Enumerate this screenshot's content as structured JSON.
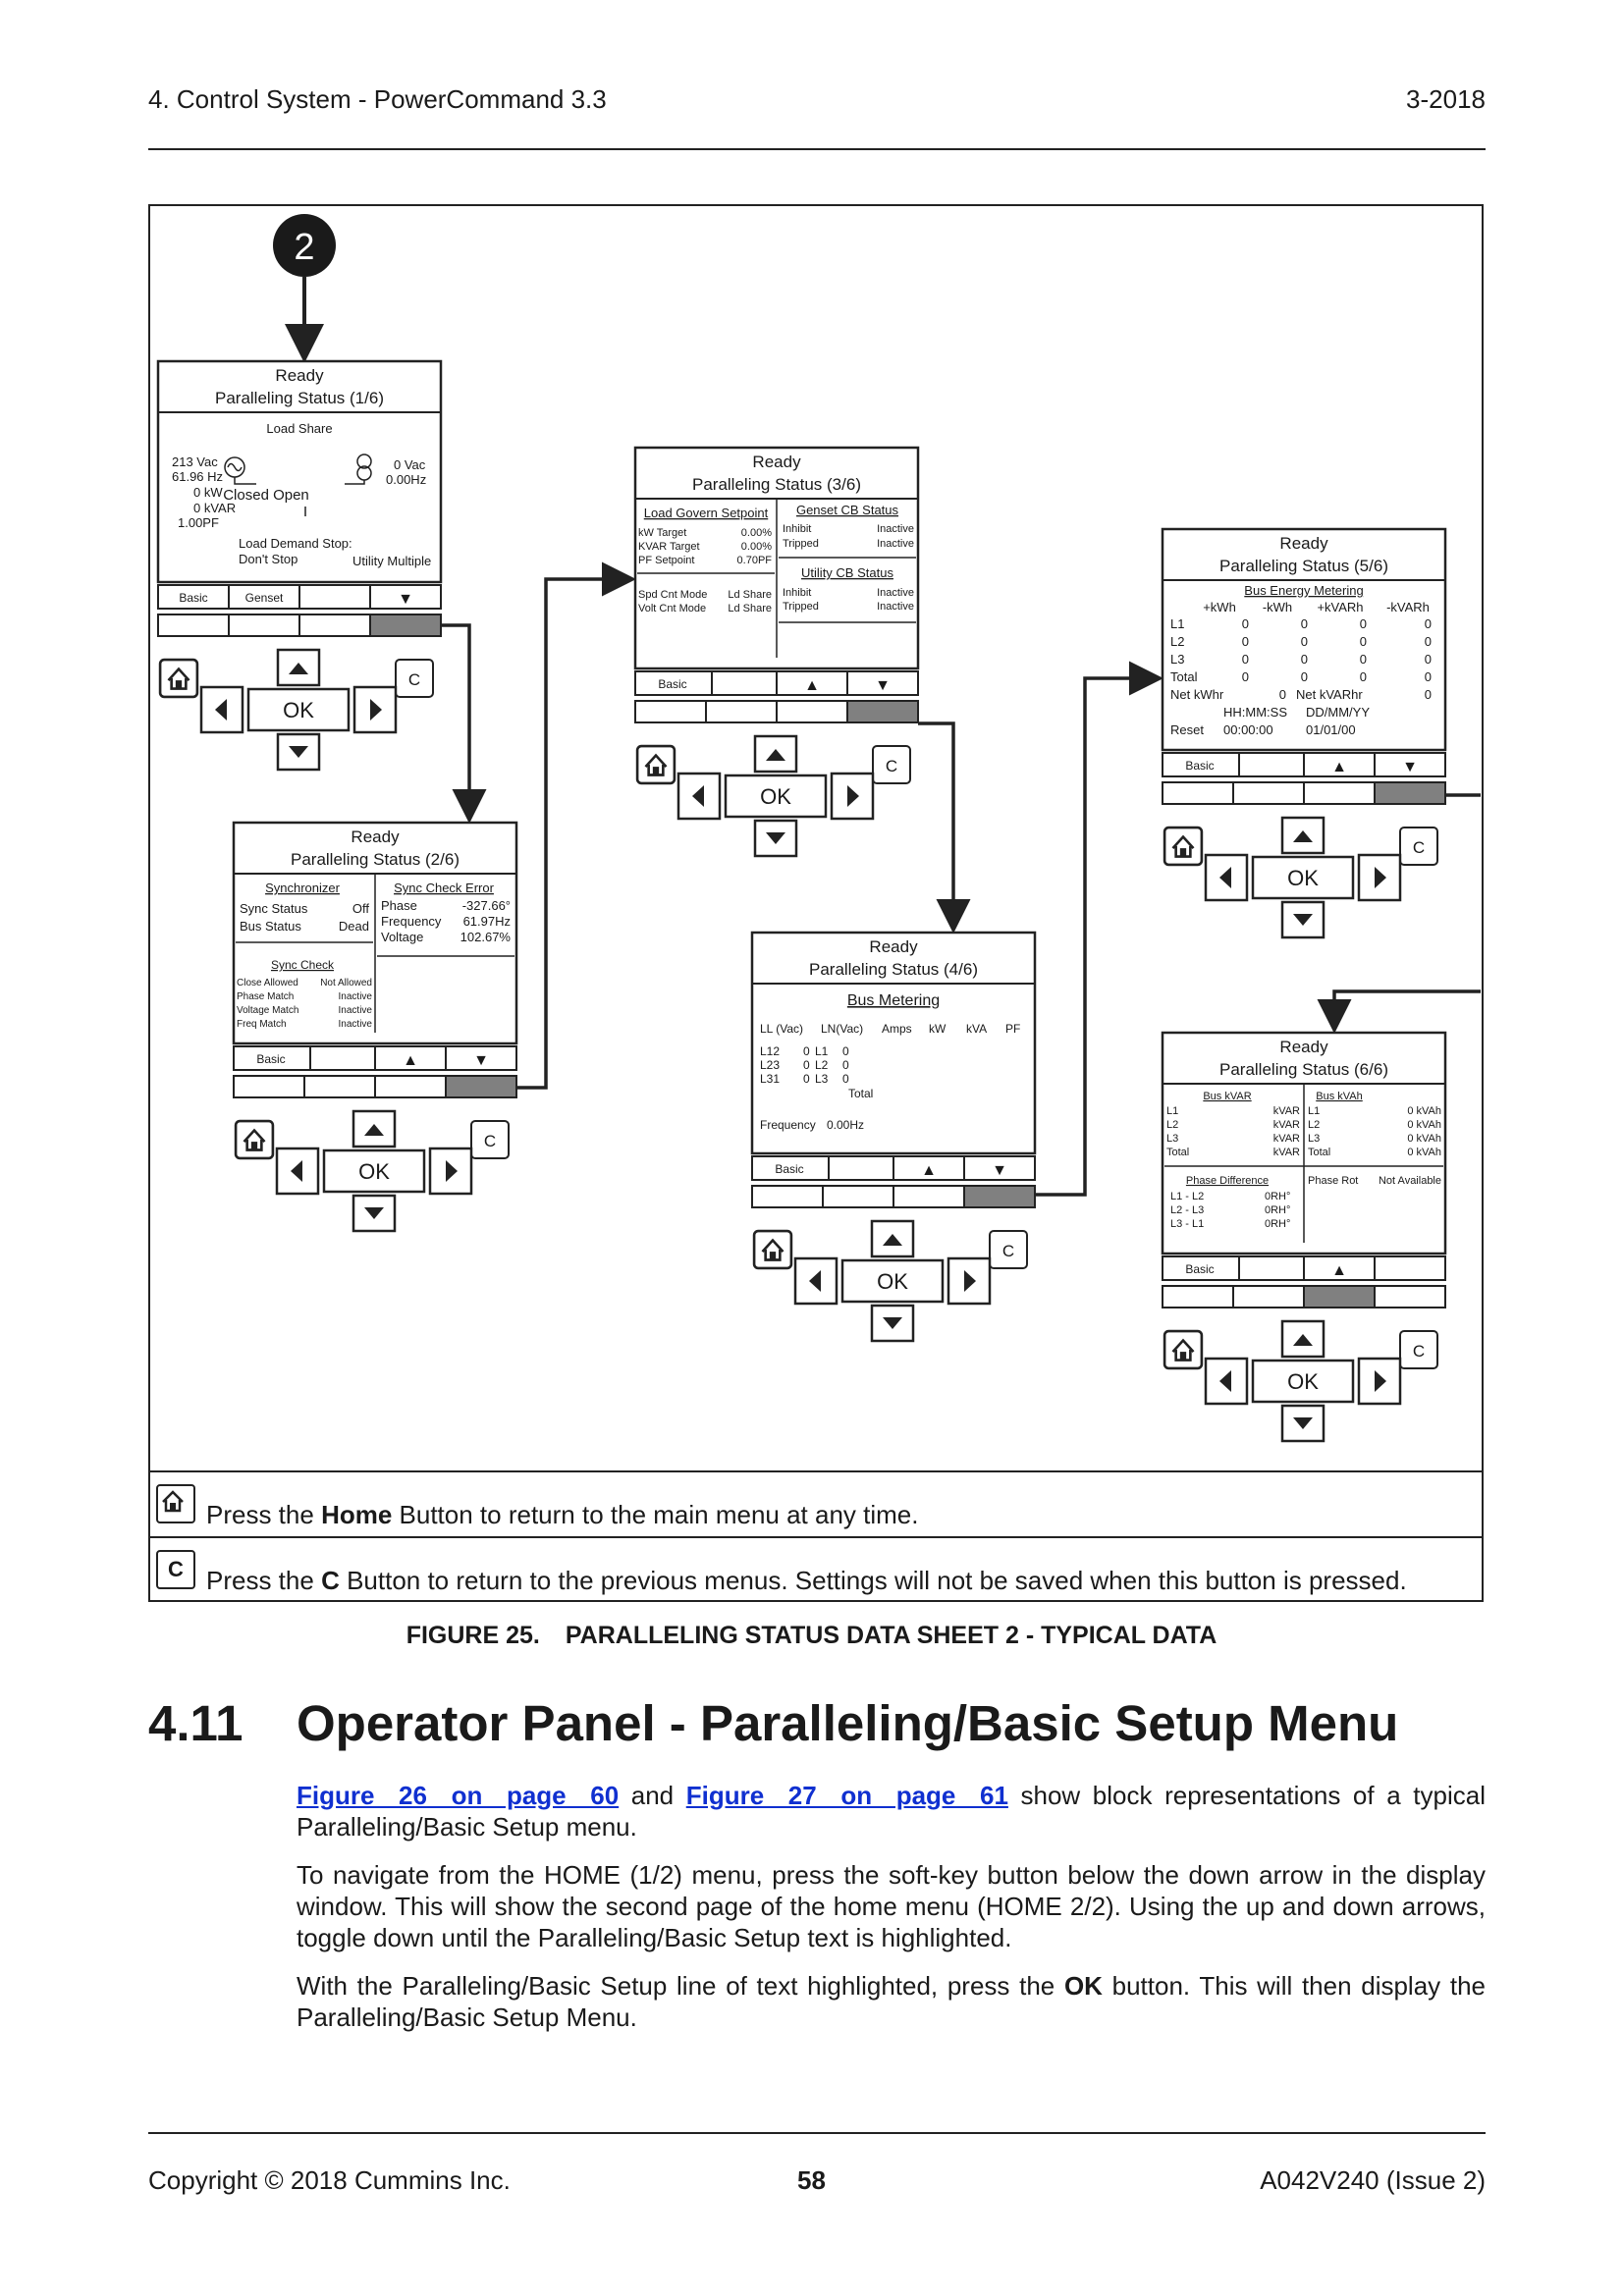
{
  "header": {
    "left": "4. Control System - PowerCommand 3.3",
    "right": "3-2018"
  },
  "figure": {
    "step_badge": "2",
    "screens": [
      {
        "status": "Ready",
        "title": "Paralleling Status (1/6)",
        "lines": [
          "Load Share",
          "213 Vac",
          "61.96 Hz",
          "0 kW",
          "0 kVAR",
          "1.00PF",
          "Closed  Open",
          "0 Vac",
          "0.00Hz",
          "Load Demand Stop:",
          "Don't Stop",
          "Utility Multiple"
        ],
        "softkeys": [
          "Basic",
          "Genset",
          "",
          "▼"
        ]
      },
      {
        "status": "Ready",
        "title": "Paralleling Status (2/6)",
        "lines": [
          "Synchronizer",
          "Sync Status",
          "Off",
          "Bus Status",
          "Dead",
          "Sync Check Error",
          "Phase",
          "-327.66°",
          "Frequency",
          "61.97Hz",
          "Voltage",
          "102.67%",
          "Sync Check",
          "Close Allowed",
          "Not Allowed",
          "Phase Match",
          "Inactive",
          "Voltage Match",
          "Inactive",
          "Freq Match",
          "Inactive"
        ],
        "softkeys": [
          "Basic",
          "",
          "▲",
          "▼"
        ]
      },
      {
        "status": "Ready",
        "title": "Paralleling Status (3/6)",
        "lines": [
          "Load Govern Setpoint",
          "kW Target",
          "0.00%",
          "KVAR Target",
          "0.00%",
          "PF Setpoint",
          "0.70PF",
          "Spd Cnt Mode",
          "Ld Share",
          "Volt Cnt Mode",
          "Ld Share",
          "Genset CB Status",
          "Inhibit",
          "Inactive",
          "Tripped",
          "Inactive",
          "Utility CB Status",
          "Inhibit",
          "Inactive",
          "Tripped",
          "Inactive"
        ],
        "softkeys": [
          "Basic",
          "",
          "▲",
          "▼"
        ]
      },
      {
        "status": "Ready",
        "title": "Paralleling Status (4/6)",
        "lines": [
          "Bus Metering",
          "LL (Vac)",
          "LN(Vac)",
          "Amps",
          "kW",
          "kVA",
          "PF",
          "L12",
          "0",
          "L1",
          "0",
          "L23",
          "0",
          "L2",
          "0",
          "L31",
          "0",
          "L3",
          "0",
          "Total",
          "Frequency",
          "0.00Hz"
        ],
        "softkeys": [
          "Basic",
          "",
          "▲",
          "▼"
        ]
      },
      {
        "status": "Ready",
        "title": "Paralleling Status (5/6)",
        "lines": [
          "Bus Energy Metering",
          "+kWh",
          "-kWh",
          "+kVARh",
          "-kVARh",
          "L1",
          "L2",
          "L3",
          "Total",
          "0",
          "Net kWhr",
          "0",
          "Net kVARhr",
          "0",
          "HH:MM:SS",
          "DD/MM/YY",
          "Reset",
          "00:00:00",
          "01/01/00"
        ],
        "softkeys": [
          "Basic",
          "",
          "▲",
          "▼"
        ]
      },
      {
        "status": "Ready",
        "title": "Paralleling Status (6/6)",
        "lines": [
          "Bus kVAR",
          "L1",
          "kVAR",
          "L2",
          "kVAR",
          "L3",
          "kVAR",
          "Total",
          "kVAR",
          "Bus kVAh",
          "L1",
          "0 kVAh",
          "L2",
          "0 kVAh",
          "L3",
          "0 kVAh",
          "Total",
          "0 kVAh",
          "Phase Difference",
          "L1 - L2",
          "0RH°",
          "L2 - L3",
          "0RH°",
          "L3 - L1",
          "0RH°",
          "Phase Rot",
          "Not Available"
        ],
        "softkeys": [
          "Basic",
          "",
          "▲",
          ""
        ]
      }
    ],
    "keypad": {
      "ok": "OK",
      "c": "C"
    },
    "notes": [
      {
        "icon": "home-icon",
        "pre": "Press the ",
        "bold": "Home",
        "post": " Button to return to the main menu at any time."
      },
      {
        "icon": "c-key-icon",
        "icon_text": "C",
        "pre": "Press the ",
        "bold": "C",
        "post": " Button to return to the previous menus. Settings will not be saved when this button is pressed."
      }
    ]
  },
  "caption": {
    "number": "FIGURE 25.",
    "title": "PARALLELING STATUS DATA SHEET 2 - TYPICAL DATA"
  },
  "section": {
    "number": "4.11",
    "title": "Operator Panel - Paralleling/Basic Setup Menu"
  },
  "paragraphs": {
    "p1": {
      "link1": "Figure 26 on page 60",
      "and": " and ",
      "link2": "Figure 27 on page 61",
      "rest": " show block representations of a typical Paralleling/Basic Setup menu."
    },
    "p2": "To navigate from the HOME (1/2) menu, press the soft-key button below the down arrow in the display window. This will show the second page of the home menu (HOME 2/2). Using the up and down arrows, toggle down until the Paralleling/Basic Setup text is highlighted.",
    "p3": {
      "pre": "With the Paralleling/Basic Setup line of text highlighted, press the ",
      "bold": "OK",
      "post": " button. This will then display the Paralleling/Basic Setup Menu."
    }
  },
  "footer": {
    "left": "Copyright © 2018 Cummins Inc.",
    "center": "58",
    "right": "A042V240 (Issue 2)"
  }
}
